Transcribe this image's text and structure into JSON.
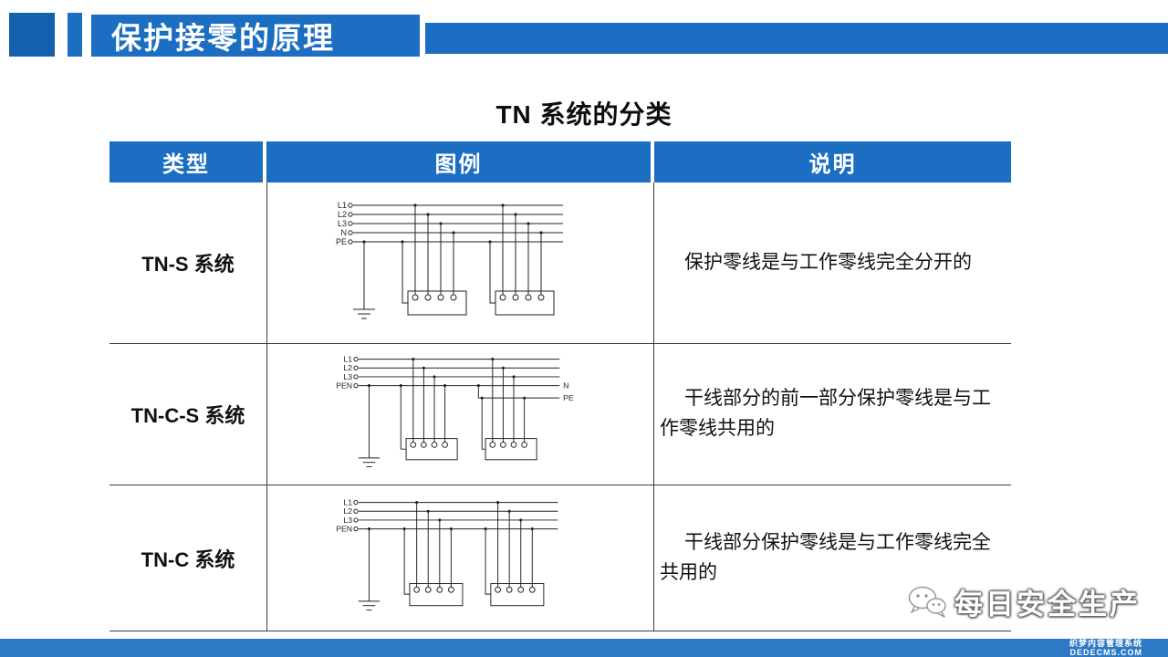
{
  "slide": {
    "title": "保护接零的原理",
    "subtitle": "TN 系统的分类"
  },
  "table": {
    "headers": [
      "类型",
      "图例",
      "说明"
    ],
    "rows": [
      {
        "type": "TN-S 系统",
        "description": "保护零线是与工作零线完全分开的",
        "diagram_labels": [
          "L1",
          "L2",
          "L3",
          "N",
          "PE"
        ]
      },
      {
        "type": "TN-C-S 系统",
        "description": "干线部分的前一部分保护零线是与工作零线共用的",
        "diagram_labels": [
          "L1",
          "L2",
          "L3",
          "PEN",
          "N",
          "PE"
        ]
      },
      {
        "type": "TN-C 系统",
        "description": "干线部分保护零线是与工作零线完全共用的",
        "diagram_labels": [
          "L1",
          "L2",
          "L3",
          "PEN"
        ]
      }
    ]
  },
  "watermark": {
    "text": "每日安全生产",
    "icon": "wechat-logo"
  },
  "footer": {
    "line1": "织梦内容管理系统",
    "line2": "DEDECMS.COM"
  },
  "colors": {
    "banner_blue": "#1b6ec2",
    "accent_dark_blue": "#1460ae",
    "footer_blue": "#2e79c3"
  }
}
